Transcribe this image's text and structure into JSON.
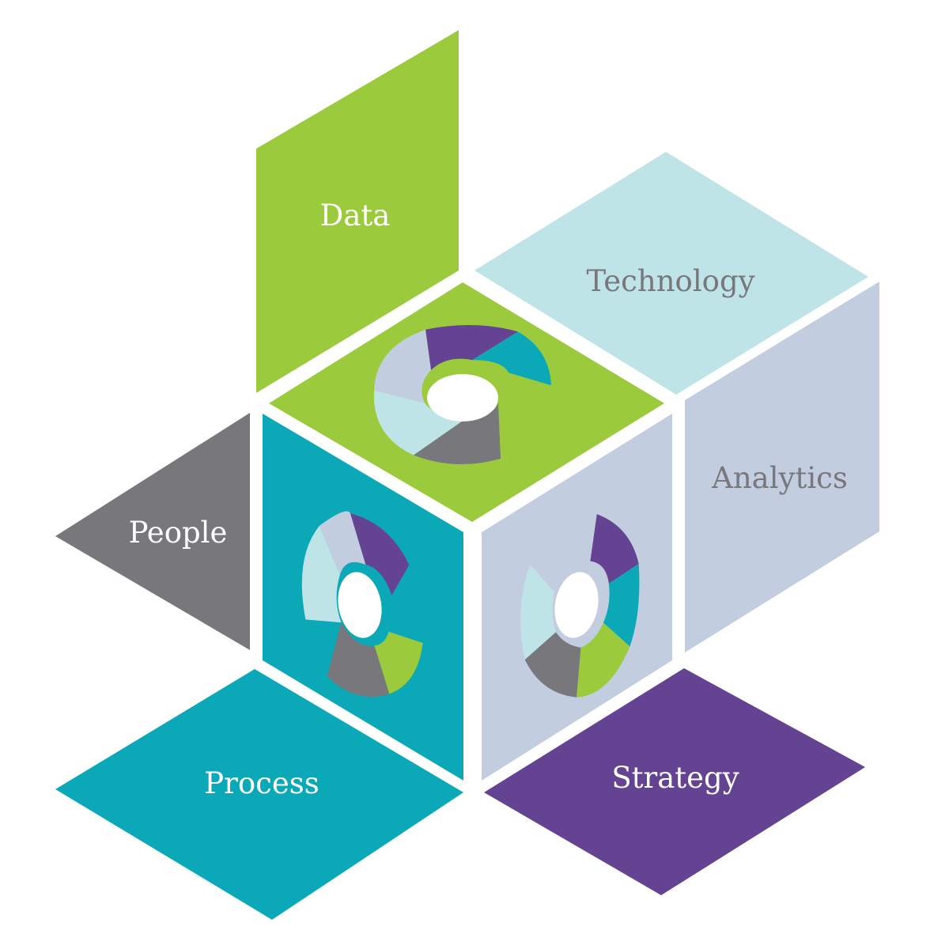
{
  "diagram": {
    "panels": {
      "data": {
        "label": "Data",
        "color": "#9bcb3d",
        "text_color": "#ffffff"
      },
      "technology": {
        "label": "Technology",
        "color": "#bfe4e7",
        "text_color": "#77777c"
      },
      "analytics": {
        "label": "Analytics",
        "color": "#c3cde0",
        "text_color": "#77777c"
      },
      "people": {
        "label": "People",
        "color": "#77777c",
        "text_color": "#ffffff"
      },
      "process": {
        "label": "Process",
        "color": "#0ba9b8",
        "text_color": "#ffffff"
      },
      "strategy": {
        "label": "Strategy",
        "color": "#644492",
        "text_color": "#ffffff"
      }
    },
    "cube": {
      "top_color": "#9bcb3d",
      "left_color": "#0ba9b8",
      "right_color": "#c3cde0"
    },
    "logo_colors": [
      "#644492",
      "#0ba9b8",
      "#9bcb3d",
      "#77777c",
      "#bfe4e7",
      "#c3cde0"
    ]
  }
}
